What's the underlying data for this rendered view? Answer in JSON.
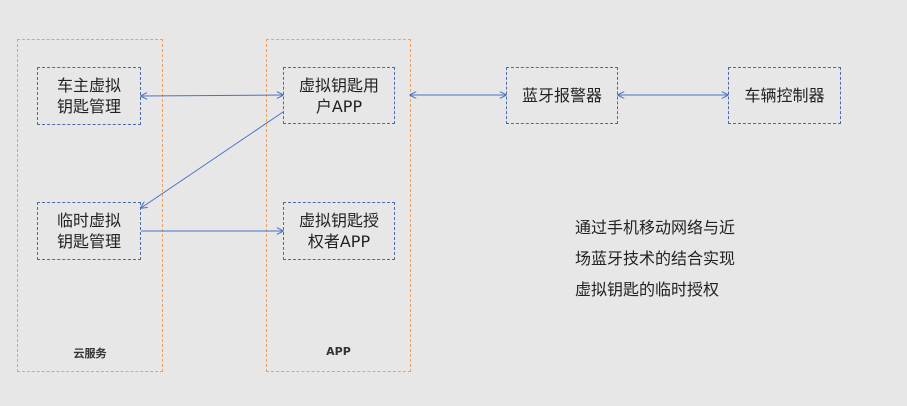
{
  "groups": {
    "cloud": {
      "label": "云服务"
    },
    "app": {
      "label": "APP"
    }
  },
  "nodes": {
    "owner_key_mgmt": "车主虚拟\n钥匙管理",
    "temp_key_mgmt": "临时虚拟\n钥匙管理",
    "user_app": "虚拟钥匙用\n户APP",
    "grantee_app": "虚拟钥匙授\n权者APP",
    "bt_alarm": "蓝牙报警器",
    "vehicle_controller": "车辆控制器"
  },
  "note": {
    "lines": [
      "通过手机移动网络与近",
      "场蓝牙技术的结合实现",
      "虚拟钥匙的临时授权"
    ]
  },
  "colors": {
    "edge": "#4a72c4",
    "node_border": "#4a6aa8",
    "group_border": "#f0a060"
  }
}
